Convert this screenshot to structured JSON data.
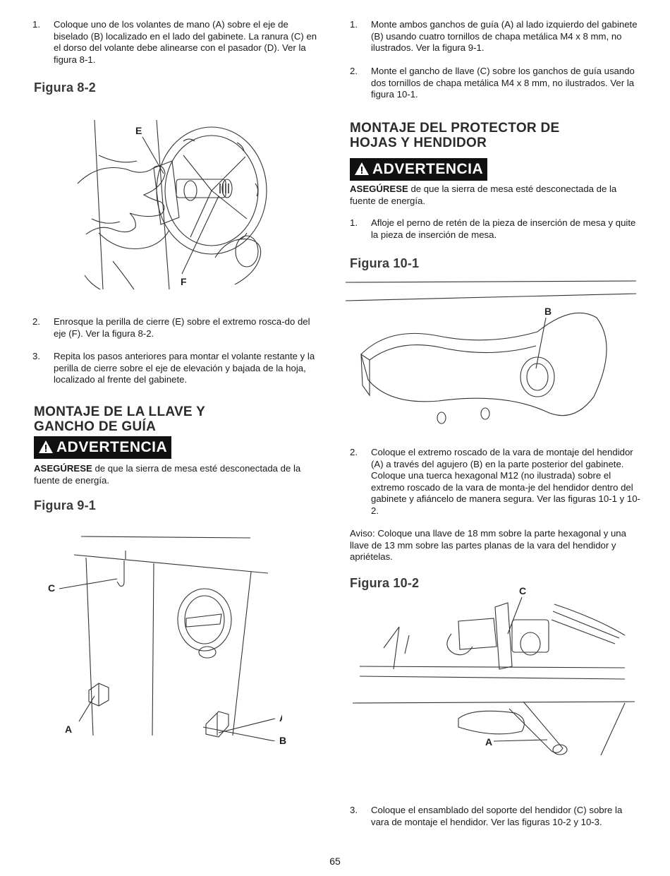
{
  "left": {
    "step1": {
      "num": "1.",
      "text": "Coloque uno de los volantes de mano (A) sobre el eje de biselado (B) localizado en el lado del gabinete. La ranura (C) en el dorso del volante debe alinearse con el pasador (D). Ver la figura 8-1."
    },
    "fig82_label": "Figura 8-2",
    "fig82_callouts": {
      "e": "E",
      "f": "F"
    },
    "step2": {
      "num": "2.",
      "text": "Enrosque la perilla de cierre (E) sobre el extremo rosca-do del eje (F). Ver la figura 8-2."
    },
    "step3": {
      "num": "3.",
      "text": "Repita los pasos anteriores para montar el volante restante y la perilla de cierre sobre el eje de elevación y bajada de la hoja, localizado al frente del gabinete."
    },
    "section_title_line1": "MONTAJE DE LA LLAVE Y",
    "section_title_line2": "GANCHO DE GUÍA",
    "warning_label": "ADVERTENCIA",
    "warning_bold": "ASEGÚRESE",
    "warning_rest": " de que la sierra de mesa esté desconectada de la fuente de energía.",
    "fig91_label": "Figura 9-1",
    "fig91_callouts": {
      "c": "C",
      "a1": "A",
      "a2": "A",
      "b": "B"
    }
  },
  "right": {
    "step1": {
      "num": "1.",
      "text": "Monte ambos ganchos de guía (A) al lado izquierdo del gabinete (B) usando cuatro tornillos de chapa metálica M4 x 8 mm, no ilustrados. Ver la figura 9-1."
    },
    "step2": {
      "num": "2.",
      "text": "Monte el gancho de llave (C) sobre los ganchos de guía usando dos tornillos de chapa metálica M4 x 8 mm, no ilustrados. Ver la figura 10-1."
    },
    "section_title_line1": "MONTAJE DEL PROTECTOR DE",
    "section_title_line2": "HOJAS Y HENDIDOR",
    "warning_label": "ADVERTENCIA",
    "warning_bold": "ASEGÚRESE",
    "warning_rest": " de que la sierra de mesa esté desconectada de la fuente de energía.",
    "step1b": {
      "num": "1.",
      "text": "Afloje el perno de retén de la pieza de inserción de mesa y quite la pieza de inserción de mesa."
    },
    "fig101_label": "Figura 10-1",
    "fig101_callouts": {
      "b": "B"
    },
    "step2b": {
      "num": "2.",
      "text": "Coloque el extremo roscado de la vara de montaje del hendidor (A) a través del agujero (B) en la parte posterior del gabinete. Coloque una tuerca hexagonal M12 (no ilustrada) sobre el extremo roscado de la vara de monta-je del hendidor dentro del gabinete y afiáncelo de manera segura. Ver las figuras 10-1 y 10-2."
    },
    "notice": "Aviso: Coloque una llave de 18 mm sobre la parte hexagonal y una llave de 13 mm sobre las partes planas de la vara del hendidor y apriételas.",
    "fig102_label": "Figura 10-2",
    "fig102_callouts": {
      "c": "C",
      "a": "A"
    },
    "step3": {
      "num": "3.",
      "text": "Coloque el ensamblado del soporte del hendidor (C) sobre la vara de montaje el hendidor. Ver las figuras 10-2 y 10-3."
    }
  },
  "page_number": "65"
}
